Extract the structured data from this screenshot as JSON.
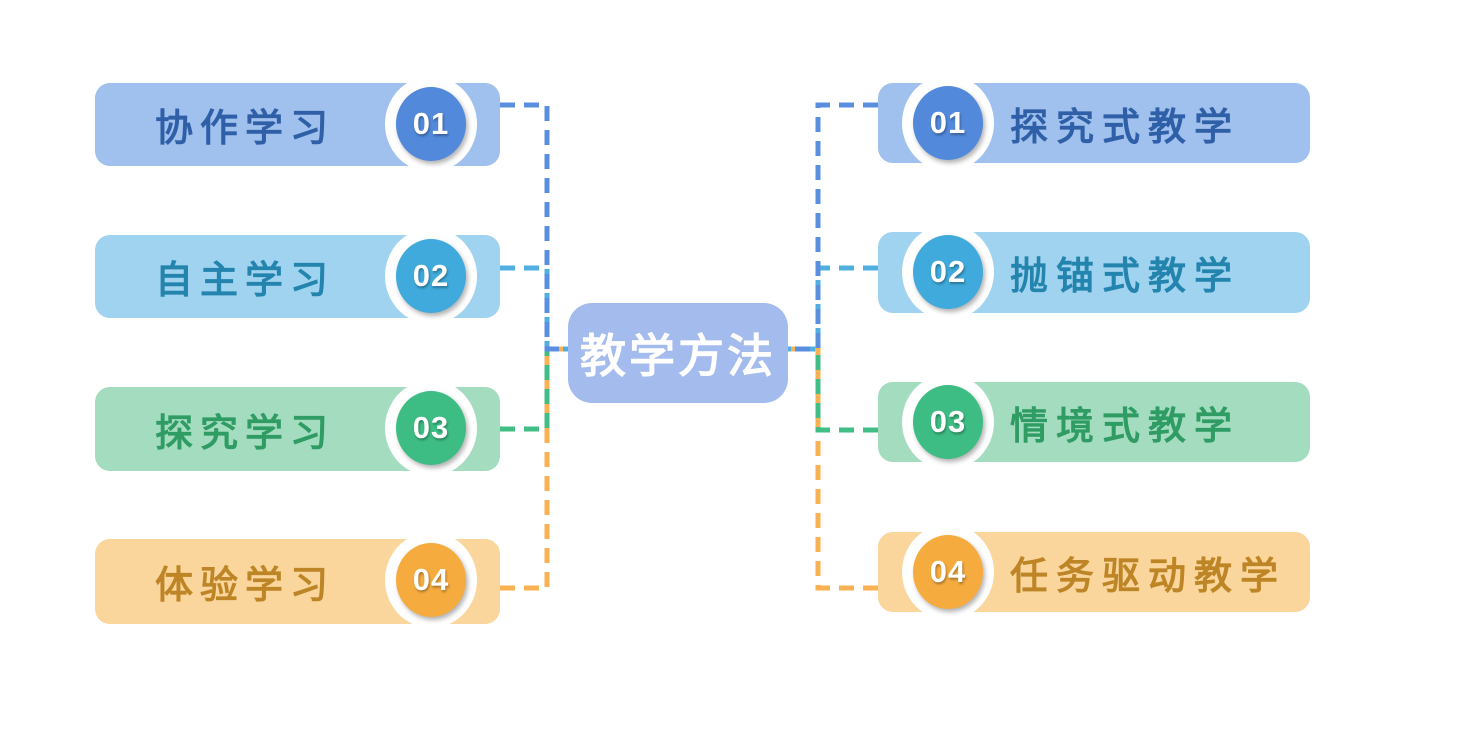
{
  "center": {
    "label": "教学方法",
    "bg": "#A4BBED",
    "text_color": "#FFFFFF"
  },
  "left_items": [
    {
      "num": "01",
      "label": "协作学习",
      "colors": {
        "bar": "#A0C0EE",
        "text": "#2E5FA7",
        "circle": "#5289DB",
        "ring": "#FFFFFF",
        "line": "#5A8FE0"
      }
    },
    {
      "num": "02",
      "label": "自主学习",
      "colors": {
        "bar": "#A0D3EF",
        "text": "#2384AE",
        "circle": "#3FAADB",
        "ring": "#FFFFFF",
        "line": "#4FB0DF"
      }
    },
    {
      "num": "03",
      "label": "探究学习",
      "colors": {
        "bar": "#A4DCC0",
        "text": "#2F9C64",
        "circle": "#3DBD83",
        "ring": "#FFFFFF",
        "line": "#41BE86"
      }
    },
    {
      "num": "04",
      "label": "体验学习",
      "colors": {
        "bar": "#FAD69C",
        "text": "#BE8526",
        "circle": "#F6AB3F",
        "ring": "#FFFFFF",
        "line": "#F8B153"
      }
    }
  ],
  "right_items": [
    {
      "num": "01",
      "label": "探究式教学",
      "colors": {
        "bar": "#A0C0EE",
        "text": "#2E5FA7",
        "circle": "#5289DB",
        "ring": "#FFFFFF",
        "line": "#5A8FE0"
      }
    },
    {
      "num": "02",
      "label": "抛锚式教学",
      "colors": {
        "bar": "#A0D3EF",
        "text": "#2384AE",
        "circle": "#3FAADB",
        "ring": "#FFFFFF",
        "line": "#4FB0DF"
      }
    },
    {
      "num": "03",
      "label": "情境式教学",
      "colors": {
        "bar": "#A4DCC0",
        "text": "#2F9C64",
        "circle": "#3DBD83",
        "ring": "#FFFFFF",
        "line": "#41BE86"
      }
    },
    {
      "num": "04",
      "label": "任务驱动教学",
      "colors": {
        "bar": "#FAD69C",
        "text": "#BE8526",
        "circle": "#F6AB3F",
        "ring": "#FFFFFF",
        "line": "#F8B153"
      }
    }
  ]
}
